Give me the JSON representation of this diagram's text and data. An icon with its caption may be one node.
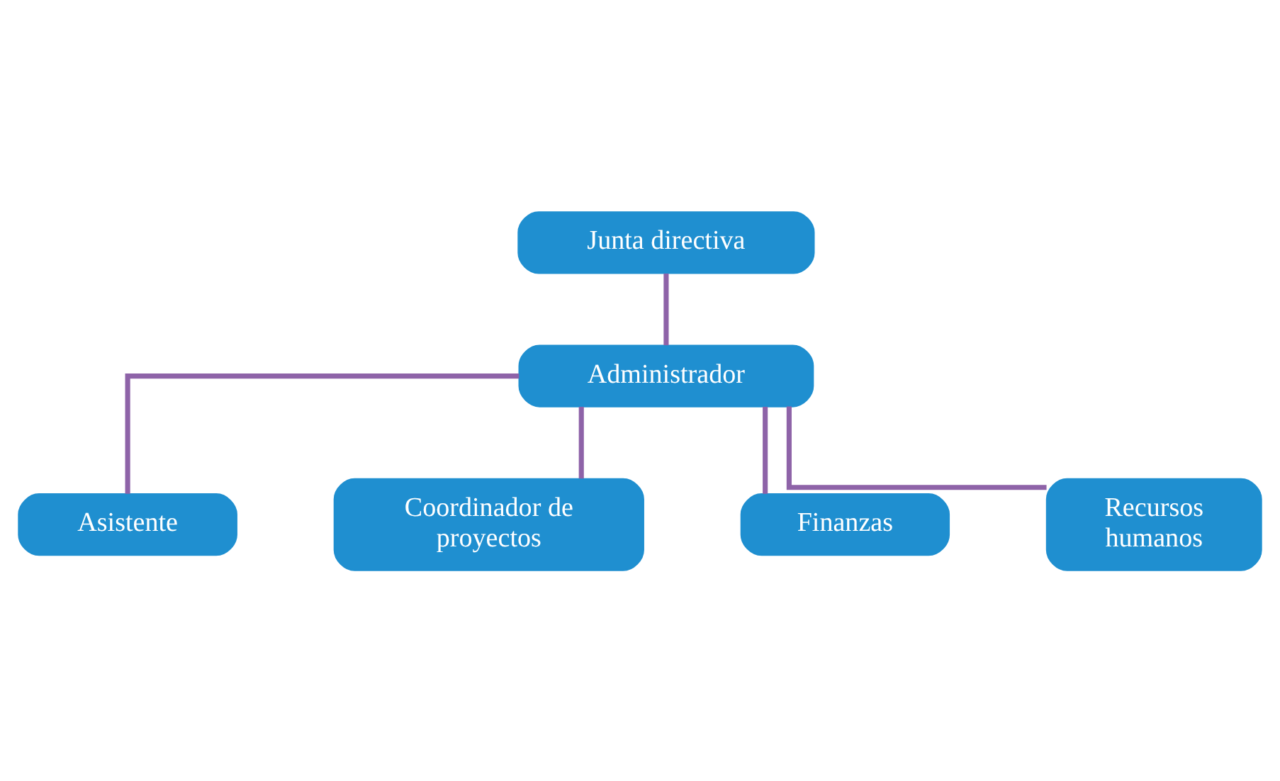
{
  "diagram": {
    "nodes": [
      {
        "text": [
          "Junta directiva"
        ]
      },
      {
        "text": [
          "Administrador"
        ]
      },
      {
        "text": [
          "Asistente"
        ]
      },
      {
        "text": [
          "Coordinador de proyectos"
        ]
      },
      {
        "text": [
          "Finanzas"
        ]
      },
      {
        "text": [
          "Recursos humanos"
        ]
      }
    ],
    "edges": [
      {
        "from": 0,
        "to": 1,
        "arrow": "none"
      },
      {
        "from": 1,
        "to": 2,
        "arrow": "none"
      },
      {
        "from": 1,
        "to": 3,
        "arrow": "none"
      },
      {
        "from": 1,
        "to": 4,
        "arrow": "none"
      },
      {
        "from": 1,
        "to": 5,
        "arrow": "none"
      }
    ]
  }
}
